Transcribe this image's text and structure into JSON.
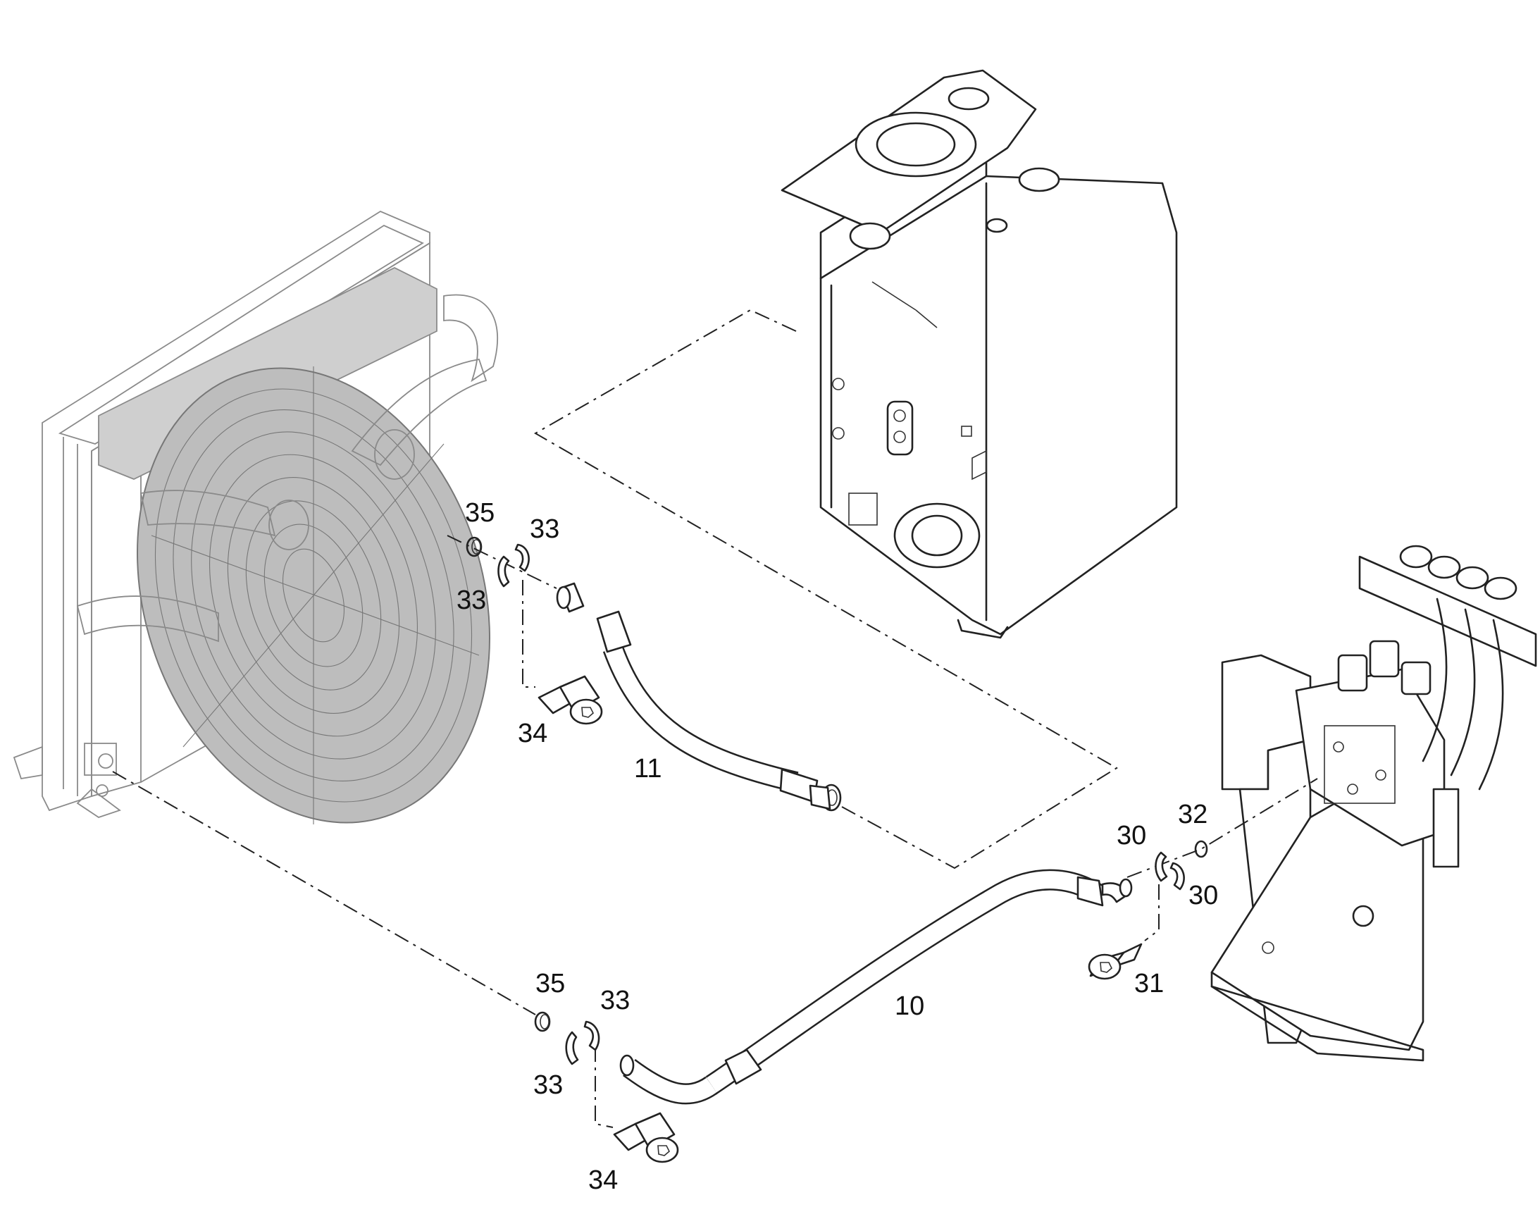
{
  "labels": [
    {
      "id": "35-upper",
      "text": "35"
    },
    {
      "id": "33-upper-right",
      "text": "33"
    },
    {
      "id": "33-upper-left",
      "text": "33"
    },
    {
      "id": "34-upper",
      "text": "34"
    },
    {
      "id": "11",
      "text": "11"
    },
    {
      "id": "35-lower",
      "text": "35"
    },
    {
      "id": "33-lower-right",
      "text": "33"
    },
    {
      "id": "33-lower-left",
      "text": "33"
    },
    {
      "id": "34-lower",
      "text": "34"
    },
    {
      "id": "10",
      "text": "10"
    },
    {
      "id": "30-upper",
      "text": "30"
    },
    {
      "id": "32",
      "text": "32"
    },
    {
      "id": "30-lower",
      "text": "30"
    },
    {
      "id": "31",
      "text": "31"
    }
  ]
}
